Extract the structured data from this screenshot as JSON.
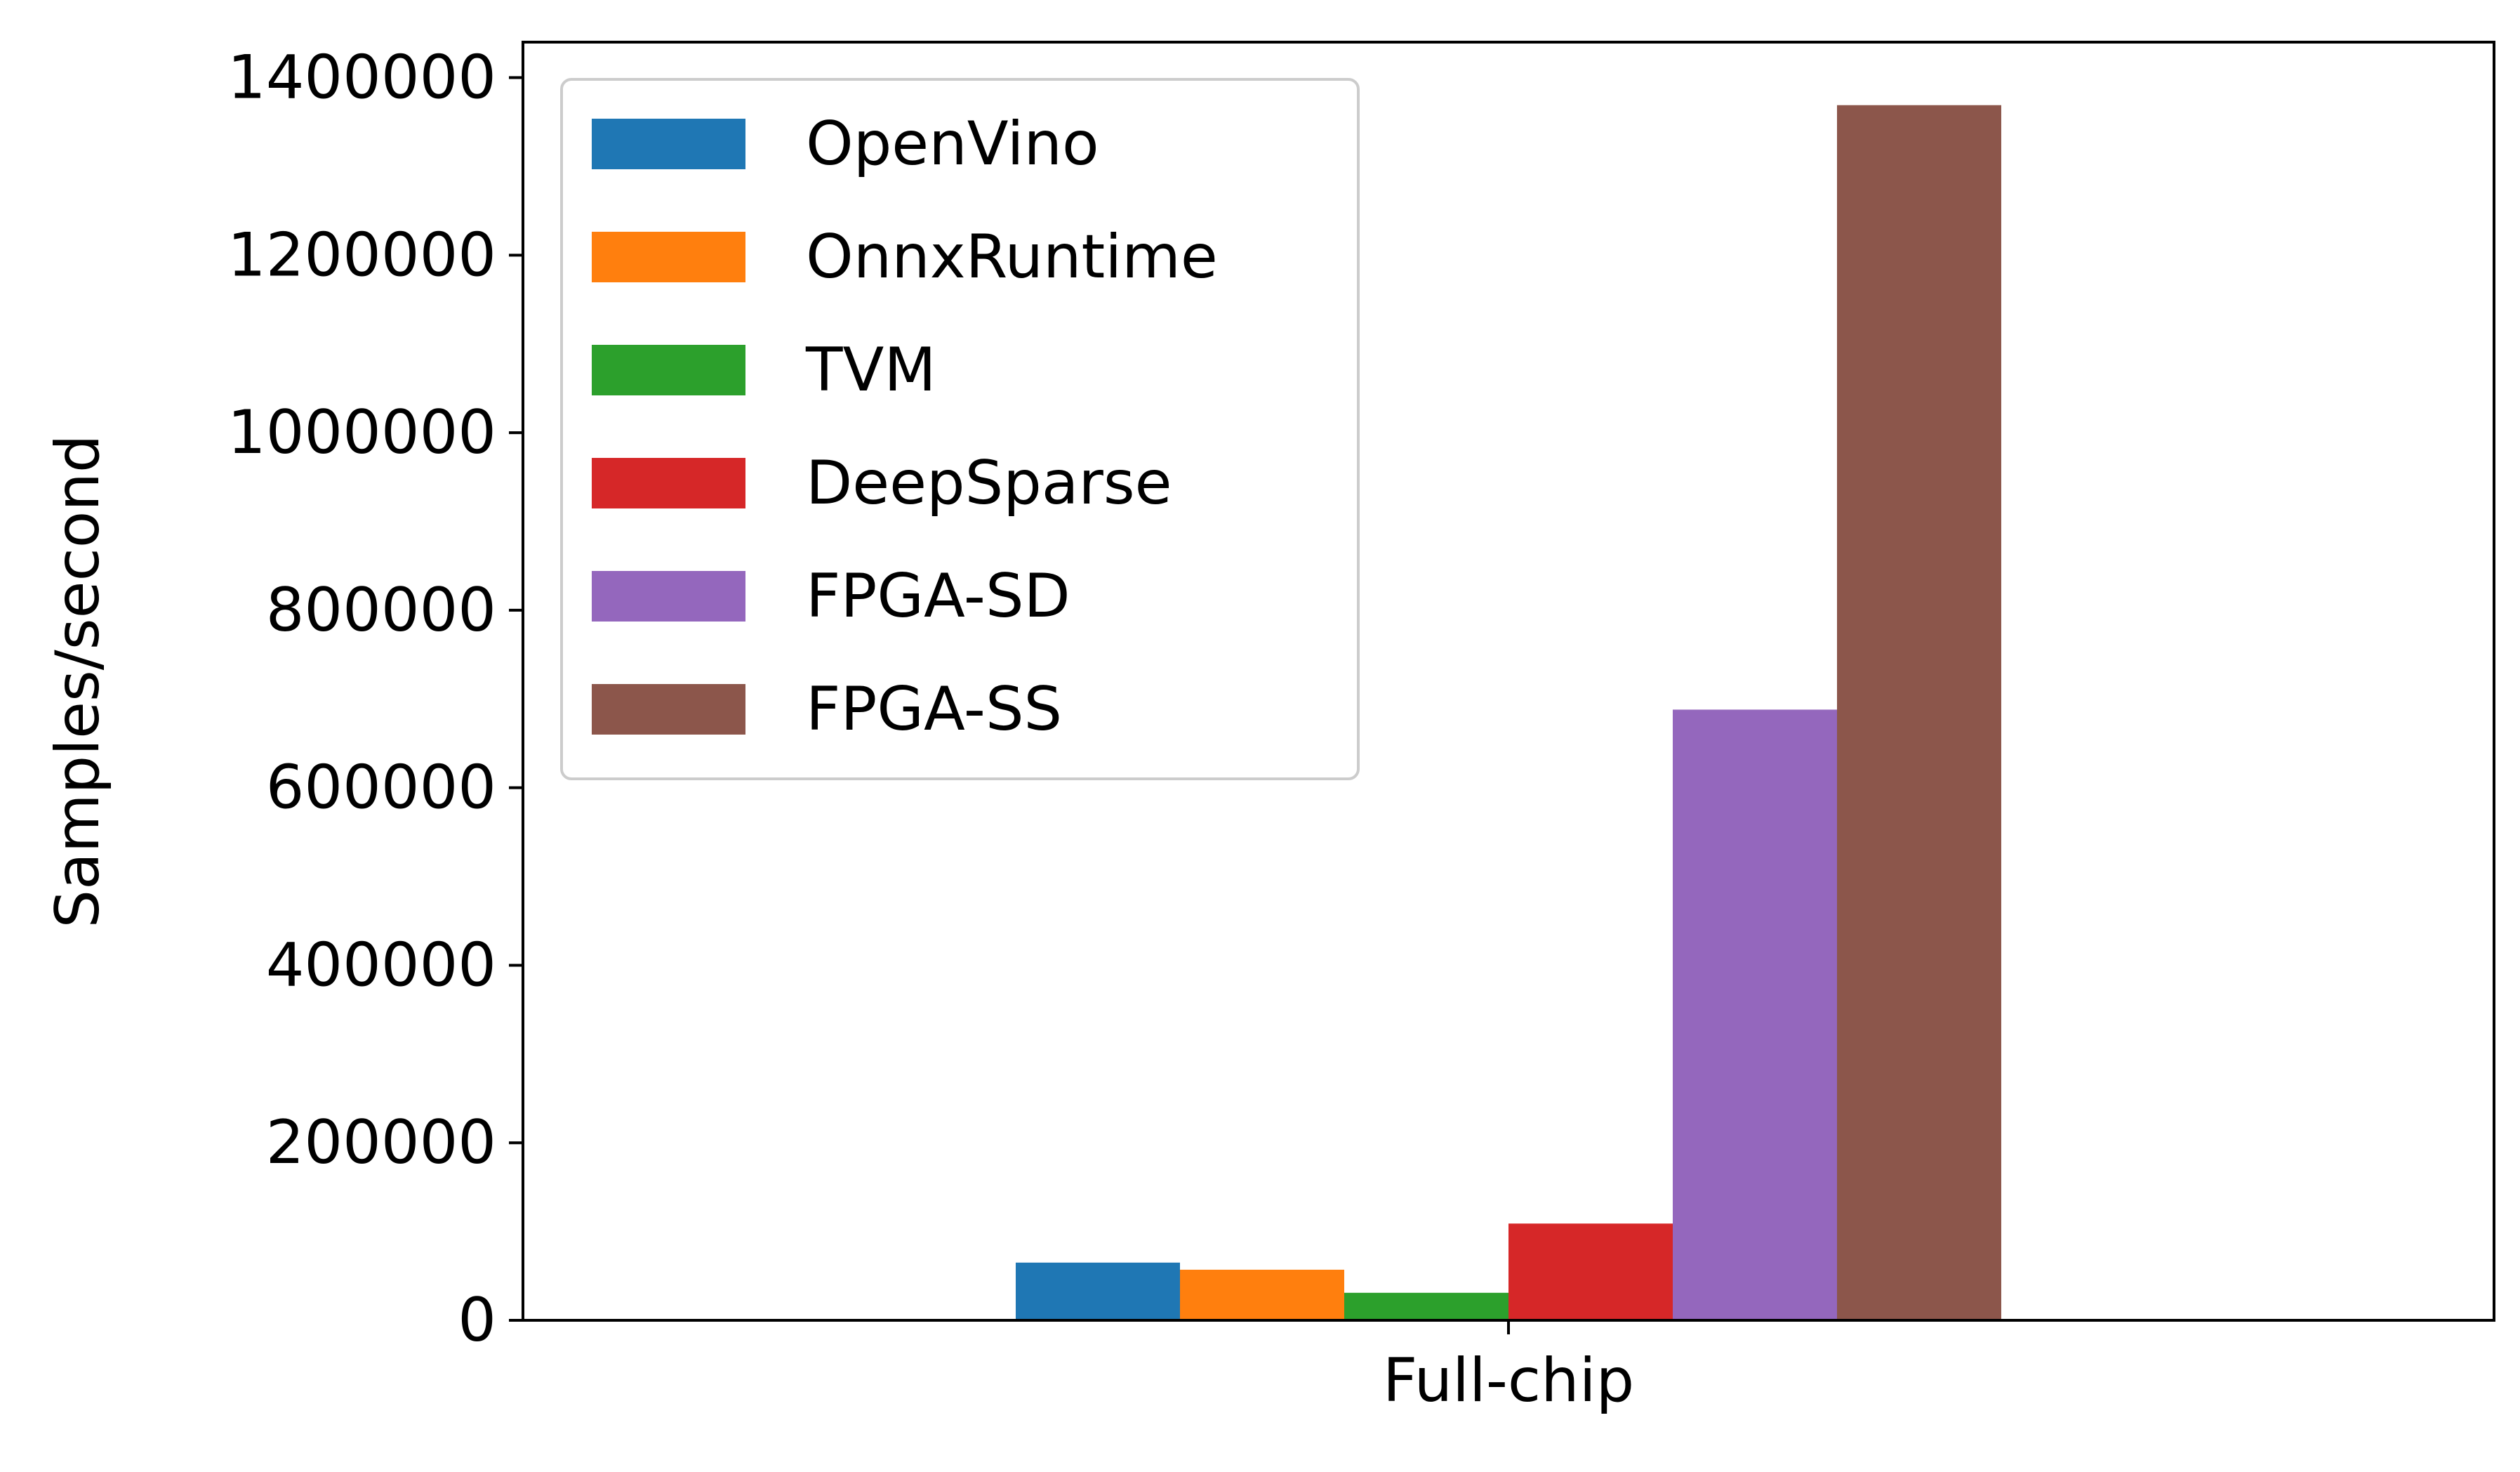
{
  "chart_data": {
    "type": "bar",
    "categories": [
      "Full-chip"
    ],
    "series": [
      {
        "name": "OpenVino",
        "color": "#1f77b4",
        "values": [
          65000
        ]
      },
      {
        "name": "OnnxRuntime",
        "color": "#ff7f0e",
        "values": [
          57000
        ]
      },
      {
        "name": "TVM",
        "color": "#2ca02c",
        "values": [
          31000
        ]
      },
      {
        "name": "DeepSparse",
        "color": "#d62728",
        "values": [
          109000
        ]
      },
      {
        "name": "FPGA-SD",
        "color": "#9467bd",
        "values": [
          688000
        ]
      },
      {
        "name": "FPGA-SS",
        "color": "#8c564b",
        "values": [
          1369000
        ]
      }
    ],
    "ylabel": "Samples/second",
    "xlabel": "",
    "title": "",
    "ylim": [
      0,
      1440000
    ],
    "yticks": [
      0,
      200000,
      400000,
      600000,
      800000,
      1000000,
      1200000,
      1400000
    ],
    "ytick_labels": [
      "0",
      "200000",
      "400000",
      "600000",
      "800000",
      "1000000",
      "1200000",
      "1400000"
    ],
    "grid": false,
    "legend_position": "top-left"
  }
}
